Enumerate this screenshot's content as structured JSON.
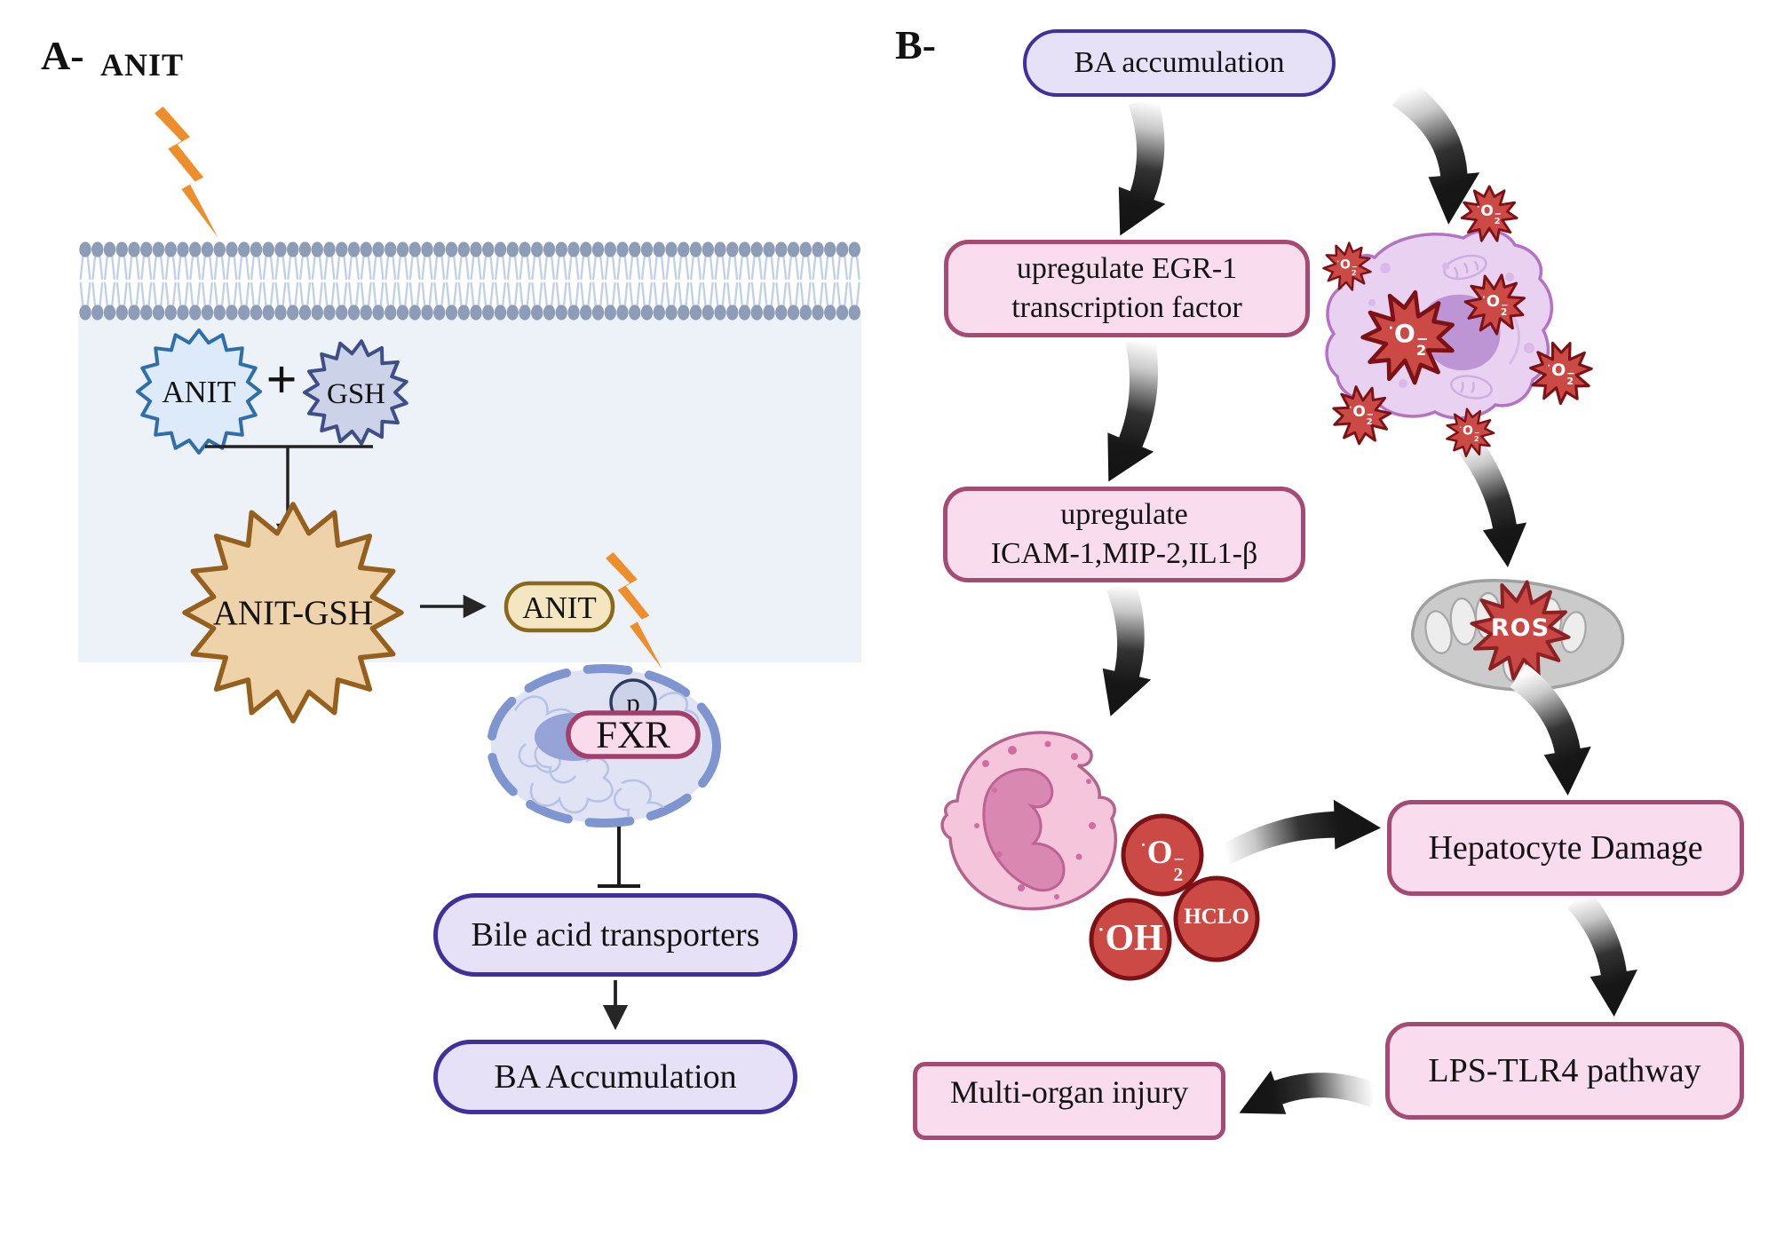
{
  "panel_a": {
    "label": "A-",
    "anit_source_label": "ANIT",
    "anit_star_label": "ANIT",
    "plus_sign": "+",
    "gsh_star_label": "GSH",
    "anit_gsh_star_label": "ANIT-GSH",
    "anit_pill_label": "ANIT",
    "phospho_label": "p",
    "fxr_label": "FXR",
    "bile_acid_box": "Bile acid transporters",
    "ba_accumulation_box": "BA Accumulation"
  },
  "panel_b": {
    "label": "B-",
    "ba_accumulation_box": "BA accumulation",
    "egr_box_line1": "upregulate EGR-1",
    "egr_box_line2": "transcription factor",
    "icam_box_line1": "upregulate",
    "icam_box_line2": "ICAM-1,MIP-2,IL1-β",
    "hepatocyte_box": "Hepatocyte Damage",
    "lps_box": "LPS-TLR4 pathway",
    "multi_organ_box": "Multi-organ injury",
    "ros_label": "ROS",
    "radicals": {
      "superoxide": {
        "dot": "·",
        "base": "O",
        "sub": "2",
        "sup": "−"
      },
      "hydroxyl": {
        "dot": "·",
        "base": "OH"
      },
      "hypochlorous": "HCLO"
    }
  },
  "colors": {
    "lavender_box_fill": "#e6e1f7",
    "lavender_box_border": "#41309b",
    "pink_box_fill": "#f9ddef",
    "pink_box_border": "#a54a72",
    "lightning_orange": "#ee8d2b",
    "anit_star_fill": "#dceaf9",
    "anit_star_border": "#2f6fa9",
    "gsh_star_fill": "#ccd3e9",
    "gsh_star_border": "#3d4f86",
    "anit_gsh_star_fill": "#eed2a9",
    "anit_gsh_star_border": "#95601d",
    "radical_red_fill": "#cb4a45",
    "radical_red_border": "#7c1215",
    "membrane_head": "#8d9db7",
    "cytoplasm_fill": "#edf1f8",
    "nucleus_fill": "#dfe3f4",
    "kupffer_cell_fill": "#e9d2f1",
    "neutrophil_fill": "#f5c6db",
    "mitochondria_fill": "#cbcbcb"
  }
}
